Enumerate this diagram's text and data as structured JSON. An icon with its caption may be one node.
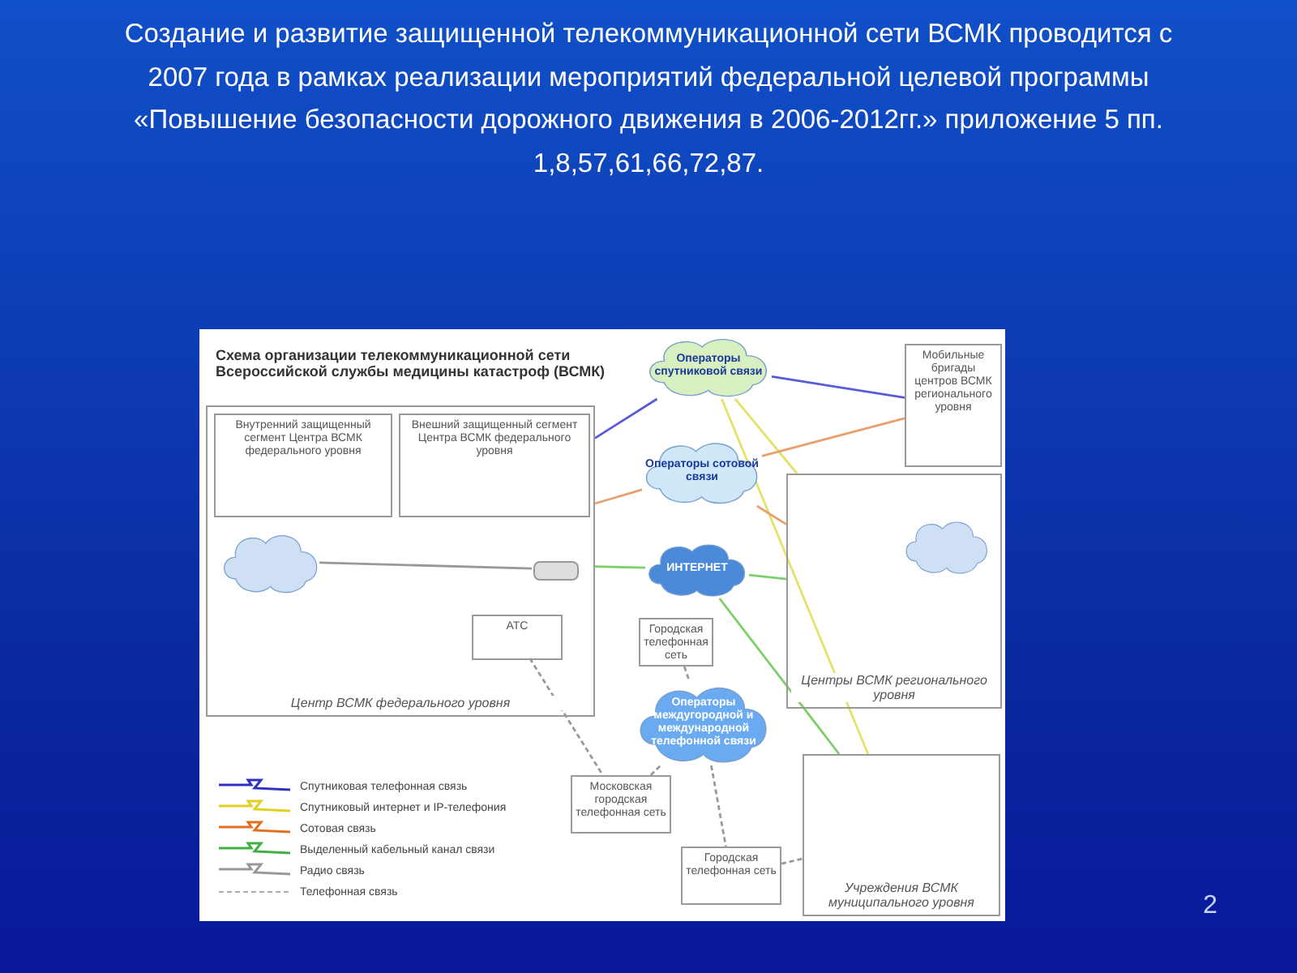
{
  "diagram": {
    "title": "Создание и развитие защищенной телекоммуникационной сети ВСМК проводится с 2007 года в рамках реализации мероприятий федеральной целевой программы «Повышение безопасности дорожного движения в 2006-2012гг.» приложение 5 пп. 1,8,57,61,66,72,87.",
    "nodes": [
      {
        "text": [
          "Центр ВСМК федерального уровня"
        ]
      },
      {
        "text": [
          "Внутренний защищенный сегмент Центра ВСМК федерального уровня"
        ],
        "in": 0
      },
      {
        "text": [
          "Внешний защищенный сегмент Центра ВСМК федерального уровня"
        ],
        "in": 0
      },
      {
        "text": [],
        "shape": "cloud",
        "in": 0
      },
      {
        "text": [],
        "shape": "box",
        "in": 0
      },
      {
        "text": [
          "Центры ВСМК регионального уровня"
        ]
      },
      {
        "text": [
          "Мобильные бригады центров ВСМК регионального уровня"
        ]
      },
      {
        "text": [
          "Учреждения ВСМК муниципального уровня"
        ]
      },
      {
        "text": [
          "Операторы спутниковой связи"
        ]
      },
      {
        "text": [
          "Операторы сотовой связи"
        ]
      },
      {
        "text": [
          "ИНТЕРНЕТ"
        ]
      },
      {
        "text": [
          "Операторы междугородной и международной телефонной связи"
        ]
      },
      {
        "text": [
          "АТС"
        ],
        "in": 0
      },
      {
        "text": [
          "Московская городская телефонная сеть"
        ]
      },
      {
        "text": [
          "Городская телефонная сеть"
        ]
      },
      {
        "text": [
          "Городская телефонная сеть"
        ]
      },
      {
        "text": [],
        "shape": "cloud",
        "in": 5
      }
    ],
    "edges": [
      {
        "from": 8,
        "to": 0,
        "arrow": "none",
        "color": "#5a5ad8"
      },
      {
        "from": 8,
        "to": 6,
        "arrow": "none",
        "color": "#5a5ad8"
      },
      {
        "from": 8,
        "to": 5,
        "arrow": "none",
        "color": "#e3e36a"
      },
      {
        "from": 8,
        "to": 7,
        "arrow": "none",
        "color": "#e3e36a"
      },
      {
        "from": 9,
        "to": 0,
        "arrow": "none",
        "color": "#e8a070"
      },
      {
        "from": 9,
        "to": 6,
        "arrow": "none",
        "color": "#e8a070"
      },
      {
        "from": 9,
        "to": 5,
        "arrow": "none",
        "color": "#e8a070"
      },
      {
        "from": 10,
        "to": 0,
        "arrow": "none",
        "color": "#7ccf6a"
      },
      {
        "from": 10,
        "to": 5,
        "arrow": "none",
        "color": "#7ccf6a"
      },
      {
        "from": 10,
        "to": 7,
        "arrow": "none",
        "color": "#7ccf6a"
      },
      {
        "from": 12,
        "to": 13,
        "arrow": "none",
        "style": "dashed"
      },
      {
        "from": 13,
        "to": 11,
        "arrow": "none",
        "style": "dashed"
      },
      {
        "from": 14,
        "to": 11,
        "arrow": "none",
        "style": "dashed"
      },
      {
        "from": 11,
        "to": 15,
        "arrow": "none",
        "style": "dashed"
      },
      {
        "from": 15,
        "to": 7,
        "arrow": "none",
        "style": "dashed"
      },
      {
        "from": 3,
        "to": 4,
        "arrow": "none"
      }
    ],
    "labels": [
      "Схема организации телекоммуникационной сети Всероссийской службы медицины катастроф (ВСМК)",
      "2"
    ],
    "legend": [
      {
        "text": "Спутниковая телефонная связь"
      },
      {
        "text": "Спутниковый интернет и IP-телефония"
      },
      {
        "text": "Сотовая связь"
      },
      {
        "text": "Выделенный кабельный канал связи"
      },
      {
        "text": "Радио связь"
      },
      {
        "text": "Телефонная связь"
      }
    ]
  }
}
